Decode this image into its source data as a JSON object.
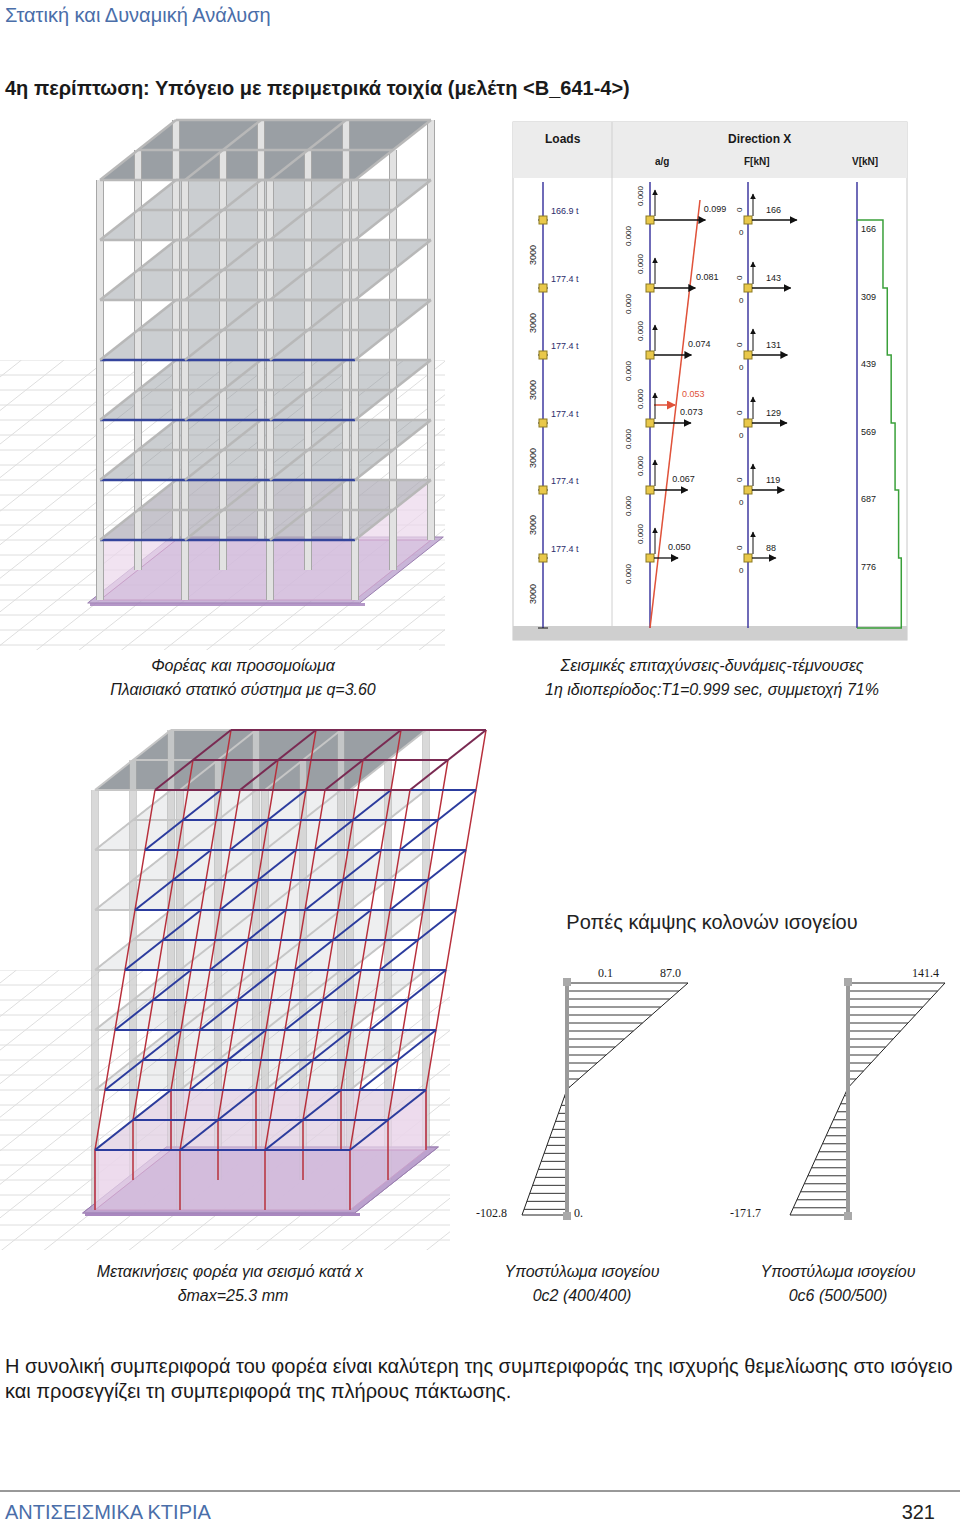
{
  "diagram": {
    "title": "4η περίπτωση: Υπόγειο με περιμετρικά τοιχία (μελέτη <B_641-4>)",
    "caption": "Η συνολική συμπεριφορά του φορέα είναι καλύτερη της συμπεριφοράς της ισχυρής θεμελίωσης στο ισόγειο και προσεγγίζει τη συμπεριφορά της πλήρους πάκτωσης.",
    "labels": [
      "Στατική και Δυναμική Ανάλυση",
      "Loads",
      "Direction X",
      "a/g",
      "F[kN]",
      "V[kN]",
      "166.9 t",
      "177.4 t",
      "177.4 t",
      "177.4 t",
      "177.4 t",
      "177.4 t",
      "3000",
      "3000",
      "3000",
      "3000",
      "3000",
      "3000",
      "0.099",
      "0.081",
      "0.074",
      "0.073",
      "0.067",
      "0.050",
      "0.053",
      "0.000",
      "0.000",
      "0.000",
      "0.000",
      "0.000",
      "0.000",
      "0.000",
      "0.000",
      "0.000",
      "0.000",
      "0.000",
      "0.000",
      "166",
      "143",
      "131",
      "129",
      "119",
      "88",
      "0",
      "0",
      "0",
      "0",
      "0",
      "0",
      "0",
      "0",
      "0",
      "0",
      "0",
      "0",
      "166",
      "309",
      "439",
      "569",
      "687",
      "776",
      "Φορέας και προσομοίωμα",
      "Πλαισιακό στατικό σύστημα με q=3.60",
      "Σεισμικές επιταχύνσεις-δυνάμεις-τέμνουσες",
      "1η ιδιοπερίοδος:T1=0.999 sec, συμμετοχή 71%",
      "Ροπές κάμψης κολονών ισογείου",
      "0.1",
      "87.0",
      "-102.8",
      "0.",
      "141.4",
      "-171.7",
      "Μετακινήσεις φορέα για σεισμό κατά x",
      "δmax=25.3 mm",
      "Υποστύλωμα ισογείου",
      "0c2 (400/400)",
      "Υποστύλωμα ισογείου",
      "0c6 (500/500)",
      "ΑΝΤΙΣΕΙΣΜΙΚΑ ΚΤΙΡΙΑ",
      "321"
    ]
  }
}
